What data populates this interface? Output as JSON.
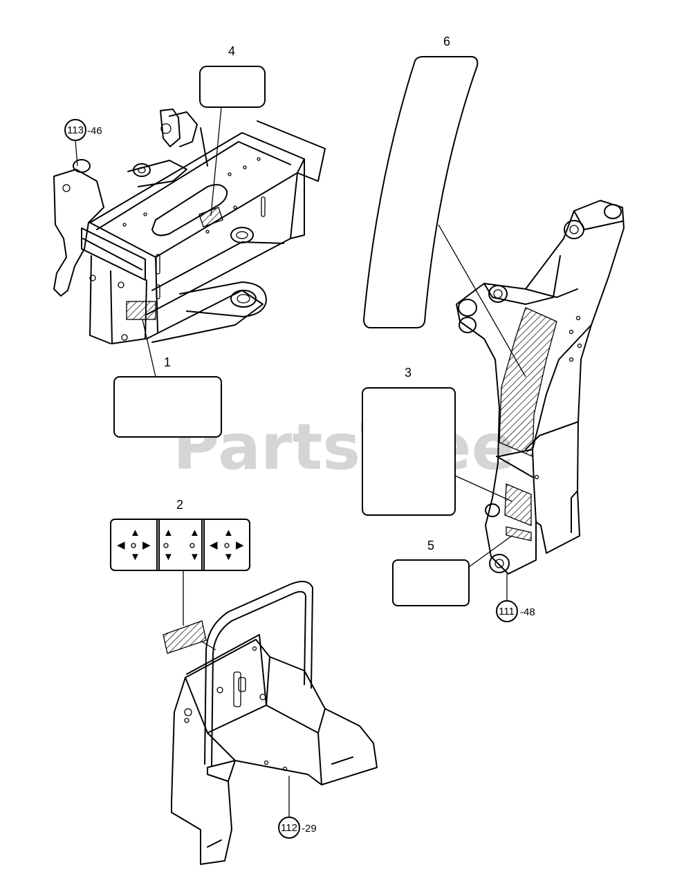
{
  "watermark": "PartsTree",
  "callouts": {
    "c1": "1",
    "c2": "2",
    "c3": "3",
    "c4": "4",
    "c5": "5",
    "c6": "6"
  },
  "refs": {
    "r113": {
      "num": "113",
      "suffix": "-46"
    },
    "r111": {
      "num": "111",
      "suffix": "-48"
    },
    "r112": {
      "num": "112",
      "suffix": "-29"
    }
  },
  "icons": {
    "decal-2-panels": "control-pattern-icon"
  }
}
